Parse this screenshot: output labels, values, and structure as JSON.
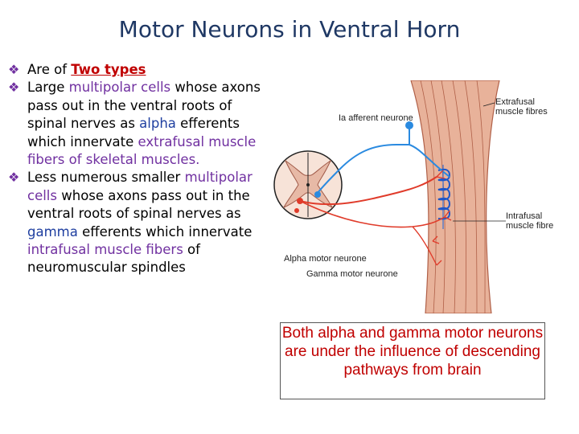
{
  "slide": {
    "title": "Motor Neurons in Ventral Horn",
    "bullets": [
      {
        "pre": "Are of ",
        "highlight": "Two types"
      },
      {
        "text_a": "Large ",
        "hl_a": "multipolar cells",
        "text_b": " whose axons pass out in the ventral roots of spinal nerves as ",
        "hl_b": "alpha",
        "text_c": " efferents which innervate ",
        "hl_c": "extrafusal muscle fibers of skeletal muscles."
      },
      {
        "text_a": "Less numerous smaller ",
        "hl_a": "multipolar cells",
        "text_b": " whose axons pass out in the ventral roots of spinal nerves as ",
        "hl_b": "gamma",
        "text_c": " efferents which innervate ",
        "hl_c": "intrafusal muscle fibers",
        "text_d": " of neuromuscular spindles"
      }
    ],
    "figure": {
      "labels": {
        "ia_afferent": "Ia afferent neurone",
        "extrafusal": "Extrafusal muscle fibres",
        "intrafusal": "Intrafusal muscle fibre",
        "alpha_motor": "Alpha motor neurone",
        "gamma_motor": "Gamma motor neurone"
      }
    },
    "caption": "Both alpha and gamma motor neurons are under the influence of descending pathways from brain"
  }
}
